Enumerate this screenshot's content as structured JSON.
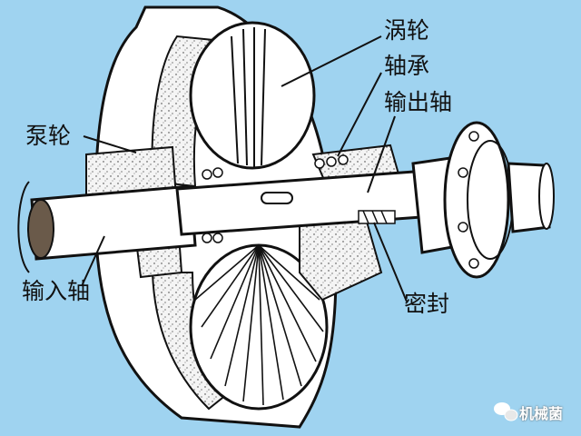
{
  "labels": {
    "turbine": "涡轮",
    "bearing": "轴承",
    "output_shaft": "输出轴",
    "pump_wheel": "泵轮",
    "input_shaft": "输入轴",
    "seal": "密封"
  },
  "watermark": {
    "text": "机械菌",
    "icon": "wechat-logo-icon"
  },
  "colors": {
    "background": "#9fd3f0",
    "line": "#111111",
    "casing_fill": "#ffffff"
  }
}
